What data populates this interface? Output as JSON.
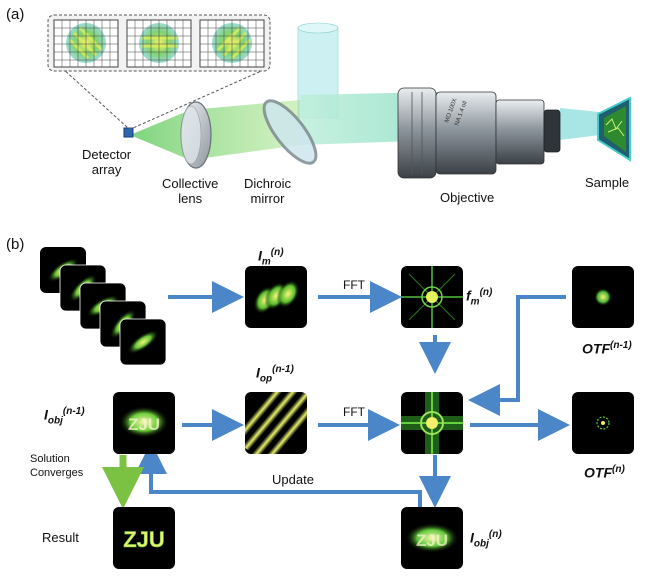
{
  "panel_a": {
    "tag": "(a)",
    "labels": {
      "detector": "Detector\narray",
      "lens": "Collective\nlens",
      "mirror": "Dichroic\nmirror",
      "objective": "Objective",
      "sample": "Sample"
    },
    "objective_engraving": "MO 100X\nNA 1.4 oil"
  },
  "panel_b": {
    "tag": "(b)",
    "labels": {
      "im_base": "I",
      "im_sub": "m",
      "im_sup": "(n)",
      "fm_base": "f",
      "fm_sub": "m",
      "fm_sup": "(n)",
      "otf_prev": "OTF",
      "otf_prev_sup": "(n-1)",
      "iop_base": "I",
      "iop_sub": "op",
      "iop_sup": "(n-1)",
      "iobj_prev_base": "I",
      "iobj_prev_sub": "obj",
      "iobj_prev_sup": "(n-1)",
      "otf_new": "OTF",
      "otf_new_sup": "(n)",
      "iobj_new_base": "I",
      "iobj_new_sub": "obj",
      "iobj_new_sup": "(n)",
      "fft_top": "FFT",
      "fft_mid": "FFT",
      "update": "Update",
      "solution": "Solution\nConverges",
      "result": "Result",
      "zju": "ZJU"
    }
  },
  "colors": {
    "arrow_blue": "#4a86c8",
    "arrow_green": "#7cc242",
    "beam_green": "#7ed46a",
    "beam_cyan": "#9fe3e3"
  }
}
